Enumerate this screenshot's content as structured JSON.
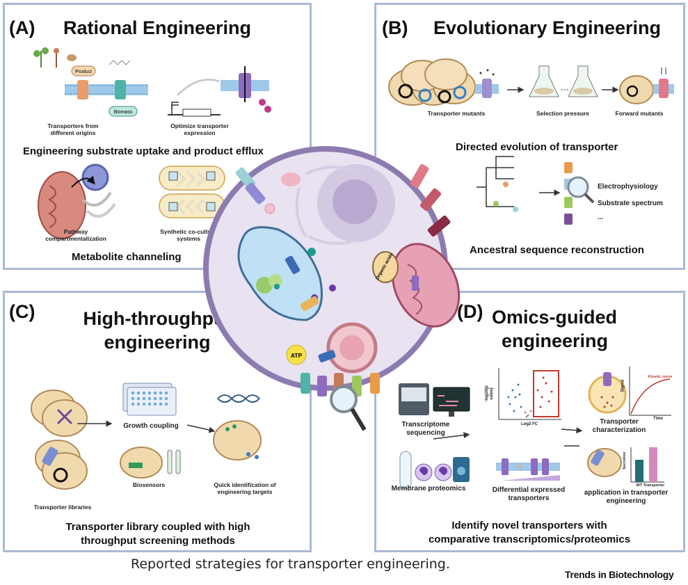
{
  "caption": "Reported strategies for transporter engineering.",
  "brand": "Trends in Biotechnology",
  "panel_a": {
    "letter": "(A)",
    "title": "Rational Engineering",
    "product_label": "Product",
    "biomass_label": "Biomass",
    "transporters_label": "Transporters from different origins",
    "optimize_label": "Optimize transporter expression",
    "subtitle1": "Engineering substrate uptake and product efflux",
    "pathway_label": "Pathway compartmentalization",
    "coculture_label": "Synthetic co-culture systems",
    "subtitle2": "Metabolite channeling"
  },
  "panel_b": {
    "letter": "(B)",
    "title": "Evolutionary Engineering",
    "mutants_label": "Transporter mutants",
    "selection_label": "Selection pressure",
    "forward_label": "Forward mutants",
    "subtitle1": "Directed evolution of transporter",
    "electro_label": "Electrophysiology",
    "substrate_label": "Substrate spectrum",
    "ellipsis": "...",
    "subtitle2": "Ancestral sequence reconstruction"
  },
  "panel_c": {
    "letter": "(C)",
    "title_line1": "High-throughput",
    "title_line2": "engineering",
    "growth_label": "Growth coupling",
    "biosensors_label": "Biosensors",
    "quick_label": "Quick identification of engineering targets",
    "libraries_label": "Transporter libraries",
    "subtitle_line1": "Transporter library coupled with high",
    "subtitle_line2": "throughput screening methods"
  },
  "panel_d": {
    "letter": "(D)",
    "title_line1": "Omics-guided",
    "title_line2": "engineering",
    "transcriptome_label": "Transcriptome sequencing",
    "proteomics_label": "Membrane proteomics",
    "differential_label": "Differential expressed transporters",
    "characterization_label": "Transporter characterization",
    "application_label": "application in transporter engineering",
    "signal_label": "Signal",
    "time_label": "Time",
    "kinetic_label": "Kinetic curve",
    "volcano_y": "-log10(p value)",
    "volcano_x": "Log2 FC",
    "bar_y": "Secretion",
    "bar_x": "WT  Transporter",
    "subtitle_line1": "Identify novel transporters with",
    "subtitle_line2": "comparative transcriptomics/proteomics"
  },
  "cell": {
    "organic_label": "Organic acids",
    "atp_label": "ATP"
  },
  "colors": {
    "panel_border": "#a9b8d6",
    "cell_fill": "#e9e2f1",
    "cell_border": "#8d7bb0",
    "vacuole": "#bfe0f5",
    "mito": "#e7a1b5"
  }
}
